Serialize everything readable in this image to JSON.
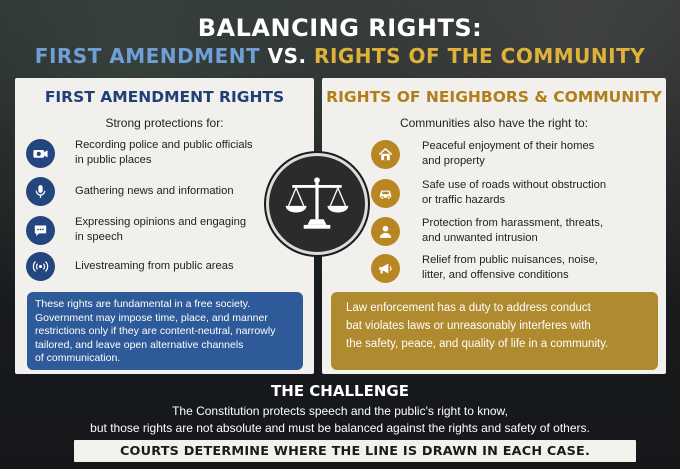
{
  "header": {
    "title": "BALANCING RIGHTS:",
    "subtitle_a": "FIRST AMENDMENT",
    "subtitle_b": "VS.",
    "subtitle_c": "RIGHTS OF THE COMMUNITY"
  },
  "colors": {
    "navy": "#24467f",
    "gold": "#b88723",
    "panel": "#f2f0ec",
    "blue_note": "#2f5a99",
    "gold_note": "#b08a2e"
  },
  "left_panel": {
    "title": "FIRST AMENDMENT RIGHTS",
    "subtitle": "Strong protections for:",
    "items": [
      {
        "icon": "camera-icon",
        "line1": "Recording police and public officials",
        "line2": "in public places"
      },
      {
        "icon": "microphone-icon",
        "line1": "Gathering news and information",
        "line2": ""
      },
      {
        "icon": "speech-bubble-icon",
        "line1": "Expressing opinions and engaging",
        "line2": "in speech"
      },
      {
        "icon": "broadcast-icon",
        "line1": "Livestreaming from public areas",
        "line2": ""
      }
    ],
    "note": [
      "These rights are fundamental in a free society.",
      "Government may impose time, place, and manner",
      "restrictions only if they are content-neutral, narrowly",
      "tailored, and leave open alternative channels",
      "of communication."
    ]
  },
  "right_panel": {
    "title": "RIGHTS OF NEIGHBORS & COMMUNITY",
    "subtitle": "Communities also have the right to:",
    "items": [
      {
        "icon": "house-icon",
        "line1": "Peaceful enjoyment of their homes",
        "line2": "and property"
      },
      {
        "icon": "car-icon",
        "line1": "Safe use of roads without obstruction",
        "line2": "or traffic hazards"
      },
      {
        "icon": "person-icon",
        "line1": "Protection from harassment, threats,",
        "line2": "and unwanted intrusion"
      },
      {
        "icon": "megaphone-icon",
        "line1": "Relief from public nuisances, noise,",
        "line2": "litter, and offensive conditions"
      }
    ],
    "note": [
      "Law enforcement has a duty to address conduct",
      "bat violates laws or unreasonably interferes with",
      "the safety, peace, and quality of life in a community."
    ]
  },
  "center_icon": "scales-of-justice-icon",
  "challenge": {
    "title": "THE CHALLENGE",
    "line1": "The Constitution protects speech and the public's right to know,",
    "line2": "but those rights are not absolute and must be balanced against the rights and safety of others.",
    "banner": "COURTS DETERMINE WHERE THE LINE IS DRAWN IN EACH CASE."
  }
}
